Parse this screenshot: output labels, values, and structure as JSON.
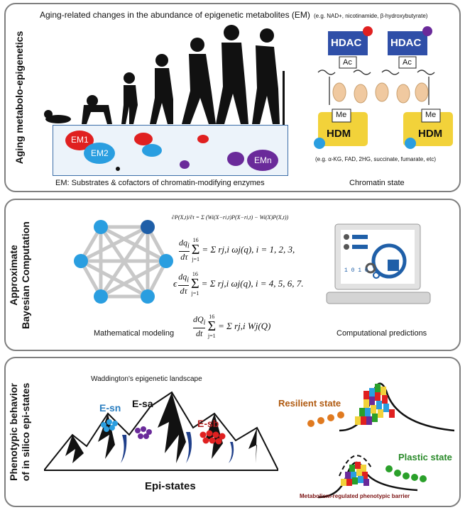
{
  "panel1": {
    "side_label": "Aging metabolo-epigenetics",
    "title": "Aging-related changes in the abundance of epigenetic metabolites (EM)",
    "em_labels": [
      "EM1",
      "EM2",
      "EMn"
    ],
    "em_caption": "EM: Substrates & cofactors of chromatin-modifying enzymes",
    "hdac_note": "(e.g. NAD+, nicotinamide, β-hydroxybutyrate)",
    "hdac_label": "HDAC",
    "ac_label": "Ac",
    "me_label": "Me",
    "hdm_label": "HDM",
    "hdm_note": "(e.g. α-KG, FAD, 2HG, succinate, fumarate, etc)",
    "chromatin_label": "Chromatin state"
  },
  "panel2": {
    "side_label_line1": "Approximate",
    "side_label_line2": "Bayesian Computation",
    "eq_master": "∂P(X,t)/∂t = Σ (Wi(X−ri,t)P(X−ri,t) − Wi(X)P(X,t))",
    "eq1_rhs": "= Σ rj,i ωj(q),  i = 1, 2, 3,",
    "eq2_rhs": "= Σ rj,i ωj(q),  i = 4, 5, 6, 7.",
    "eq3_rhs": "= Σ rj,i Wj(Q)",
    "sum_top": "16",
    "sum_bottom": "j=1",
    "modeling_label": "Mathematical modeling",
    "predictions_label": "Computational predictions",
    "binary_text": "1 0 1 0"
  },
  "panel3": {
    "side_label_line1": "Phenotypic behavior",
    "side_label_line2": "of in silico epi-states",
    "landscape_title": "Waddington's epigenetic landscape",
    "es_n": "E-sn",
    "es_a": "E-sa",
    "es_b": "E-sb",
    "epi_states": "Epi-states",
    "resilient": "Resilient state",
    "plastic": "Plastic state",
    "barrier": "Metabolism-regulated phenotypic barrier"
  },
  "colors": {
    "hdac_blue": "#2f4fa8",
    "hdm_yellow": "#f2d23a",
    "node_blue": "#2a9ee0",
    "em_red": "#e02020",
    "em_purple": "#6a2a9a",
    "orange": "#e07a20",
    "green": "#2aa02a"
  }
}
